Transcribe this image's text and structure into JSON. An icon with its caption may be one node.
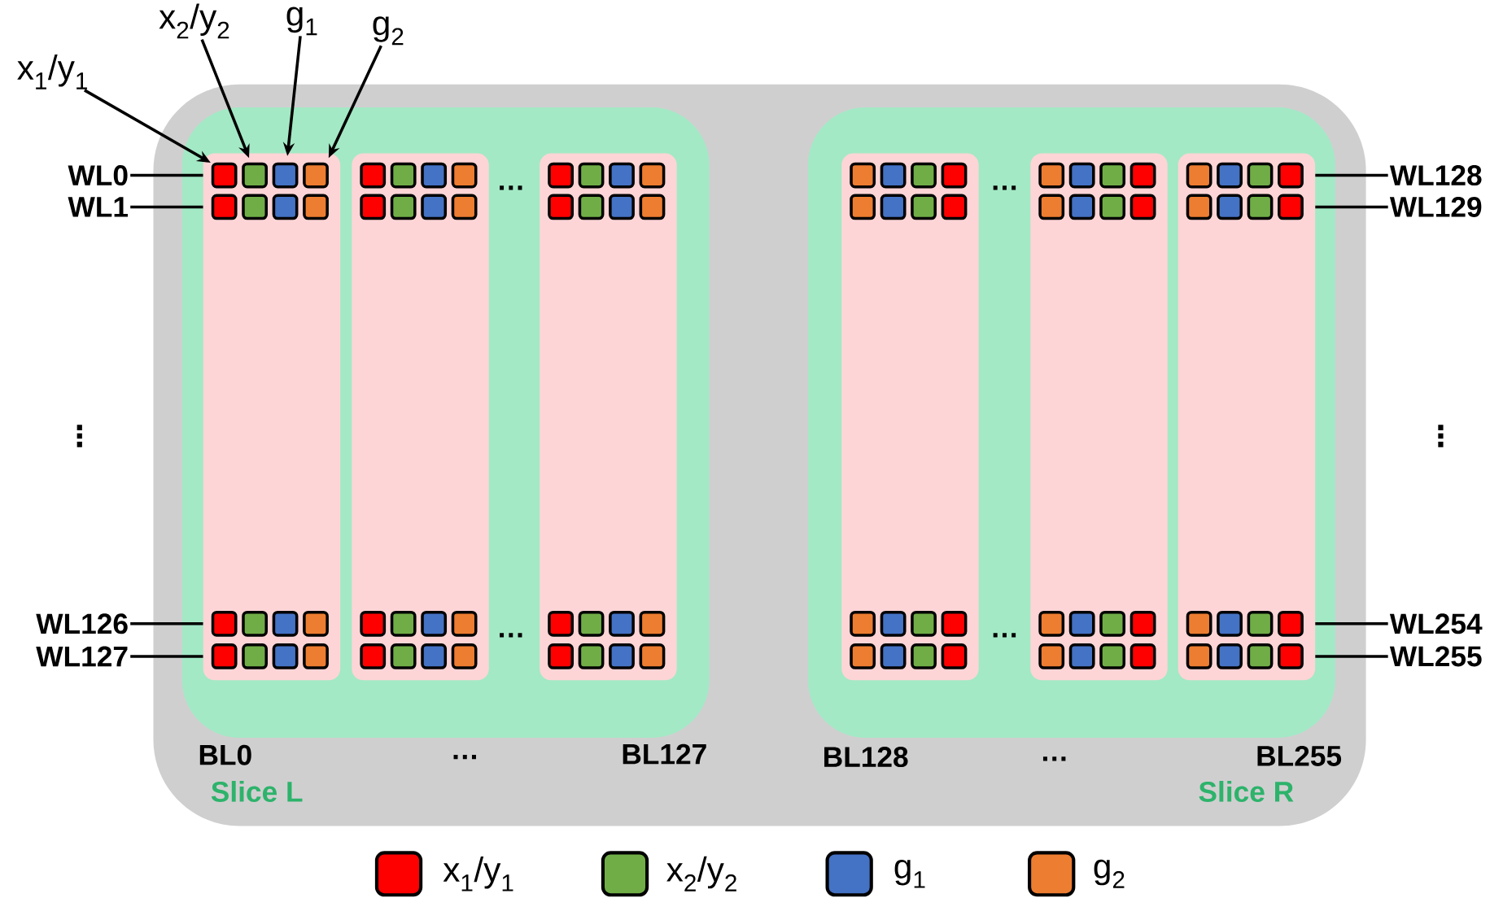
{
  "diagram": {
    "nodes": [
      {
        "text": [
          "x$_{1}$/y$_{1}$"
        ]
      },
      {
        "text": [
          "x$_{2}$/y$_{2}$"
        ]
      },
      {
        "text": [
          "g$_{1}$"
        ]
      },
      {
        "text": [
          "g$_{2}$"
        ]
      },
      {
        "text": [],
        "shape": "box"
      },
      {
        "text": [
          "Slice L"
        ],
        "in": 4
      },
      {
        "text": [],
        "shape": "box",
        "in": 5
      },
      {
        "text": [],
        "shape": "box",
        "in": 5
      },
      {
        "text": [],
        "shape": "box",
        "in": 5
      },
      {
        "text": [
          "Slice R"
        ],
        "in": 4
      },
      {
        "text": [],
        "shape": "box",
        "in": 9
      },
      {
        "text": [],
        "shape": "box",
        "in": 9
      },
      {
        "text": [],
        "shape": "box",
        "in": 9
      },
      {
        "text": [
          "WL0"
        ]
      },
      {
        "text": [
          "WL1"
        ]
      },
      {
        "text": [
          "WL126"
        ]
      },
      {
        "text": [
          "WL127"
        ]
      },
      {
        "text": [
          "WL128"
        ]
      },
      {
        "text": [
          "WL129"
        ]
      },
      {
        "text": [
          "WL254"
        ]
      },
      {
        "text": [
          "WL255"
        ]
      }
    ],
    "edges": [
      {
        "from": 0,
        "to": 6,
        "arrow": "to"
      },
      {
        "from": 1,
        "to": 6,
        "arrow": "to"
      },
      {
        "from": 2,
        "to": 6,
        "arrow": "to"
      },
      {
        "from": 3,
        "to": 6,
        "arrow": "to"
      },
      {
        "from": 13,
        "to": 6,
        "arrow": "none"
      },
      {
        "from": 14,
        "to": 6,
        "arrow": "none"
      },
      {
        "from": 15,
        "to": 6,
        "arrow": "none"
      },
      {
        "from": 16,
        "to": 6,
        "arrow": "none"
      },
      {
        "from": 17,
        "to": 12,
        "arrow": "none"
      },
      {
        "from": 18,
        "to": 12,
        "arrow": "none"
      },
      {
        "from": 19,
        "to": 12,
        "arrow": "none"
      },
      {
        "from": 20,
        "to": 12,
        "arrow": "none"
      }
    ],
    "labels": [
      "…",
      "…",
      "⋮",
      "⋮",
      "…",
      "…",
      "BL0",
      "…",
      "BL127",
      "BL128",
      "…",
      "BL255"
    ],
    "legend": [
      {
        "text": "x$_{1}$/y$_{1}$",
        "color": "#ff0000"
      },
      {
        "text": "x$_{2}$/y$_{2}$",
        "color": "#70ad47"
      },
      {
        "text": "g$_{1}$",
        "color": "#4472c4"
      },
      {
        "text": "g$_{2}$",
        "color": "#ed7d31"
      }
    ]
  }
}
